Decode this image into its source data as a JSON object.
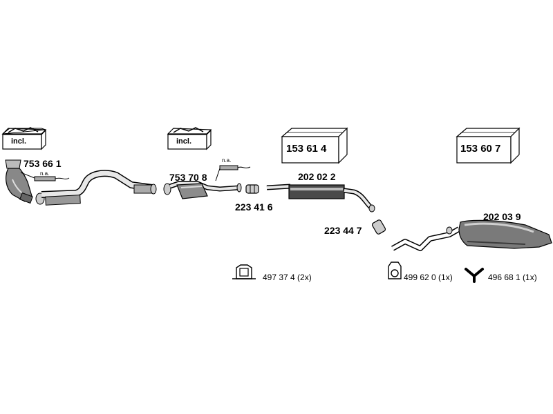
{
  "parts": {
    "cat_front_pn": "753 66 1",
    "cat_mid_pn": "753 70 8",
    "clamp_1_pn": "223 41 6",
    "front_muffler_pn": "202 02 2",
    "clamp_2_pn": "223 44 7",
    "rear_muffler_pn": "202 03 9"
  },
  "boxes": {
    "incl_1": "incl.",
    "incl_2": "incl.",
    "kit_1": "153 61 4",
    "kit_2": "153 60 7"
  },
  "notes": {
    "na_1": "n.a.",
    "na_2": "n.a."
  },
  "legend": {
    "hanger_a": "497 37 4 (2x)",
    "hanger_b": "499 62 0 (1x)",
    "hanger_c": "496 68 1 (1x)"
  },
  "colors": {
    "line": "#000000",
    "grey_fill": "#9a9a9a",
    "dark_fill": "#4a4a4a",
    "light_fill": "#dcdcdc"
  }
}
